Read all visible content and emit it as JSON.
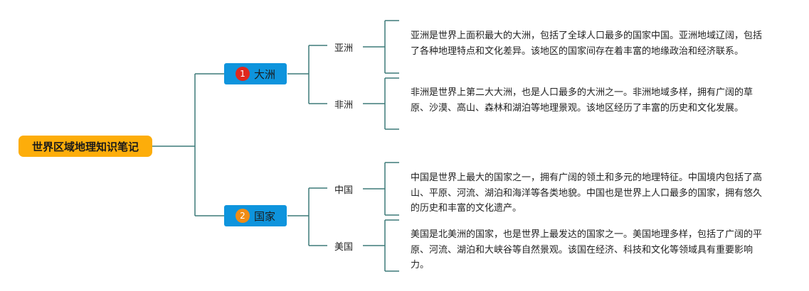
{
  "colors": {
    "root_fill": "#fdad0a",
    "branch_fill": "#0e94dd",
    "badge_1": "#e0281d",
    "badge_2": "#f08c14",
    "line": "#3d7a78"
  },
  "root": {
    "label": "世界区域地理知识笔记"
  },
  "branches": [
    {
      "label": "大洲",
      "badge": "1",
      "children": [
        {
          "label": "亚洲",
          "text": "亚洲是世界上面积最大的大洲，包括了全球人口最多的国家中国。亚洲地域辽阔，包括了各种地理特点和文化差异。该地区的国家间存在着丰富的地缘政治和经济联系。"
        },
        {
          "label": "非洲",
          "text": "非洲是世界上第二大大洲，也是人口最多的大洲之一。非洲地域多样，拥有广阔的草原、沙漠、高山、森林和湖泊等地理景观。该地区经历了丰富的历史和文化发展。"
        }
      ]
    },
    {
      "label": "国家",
      "badge": "2",
      "children": [
        {
          "label": "中国",
          "text": "中国是世界上最大的国家之一，拥有广阔的领土和多元的地理特征。中国境内包括了高山、平原、河流、湖泊和海洋等各类地貌。中国也是世界上人口最多的国家，拥有悠久的历史和丰富的文化遗产。"
        },
        {
          "label": "美国",
          "text": "美国是北美洲的国家，也是世界上最发达的国家之一。美国地理多样，包括了广阔的平原、河流、湖泊和大峡谷等自然景观。该国在经济、科技和文化等领域具有重要影响力。"
        }
      ]
    }
  ]
}
